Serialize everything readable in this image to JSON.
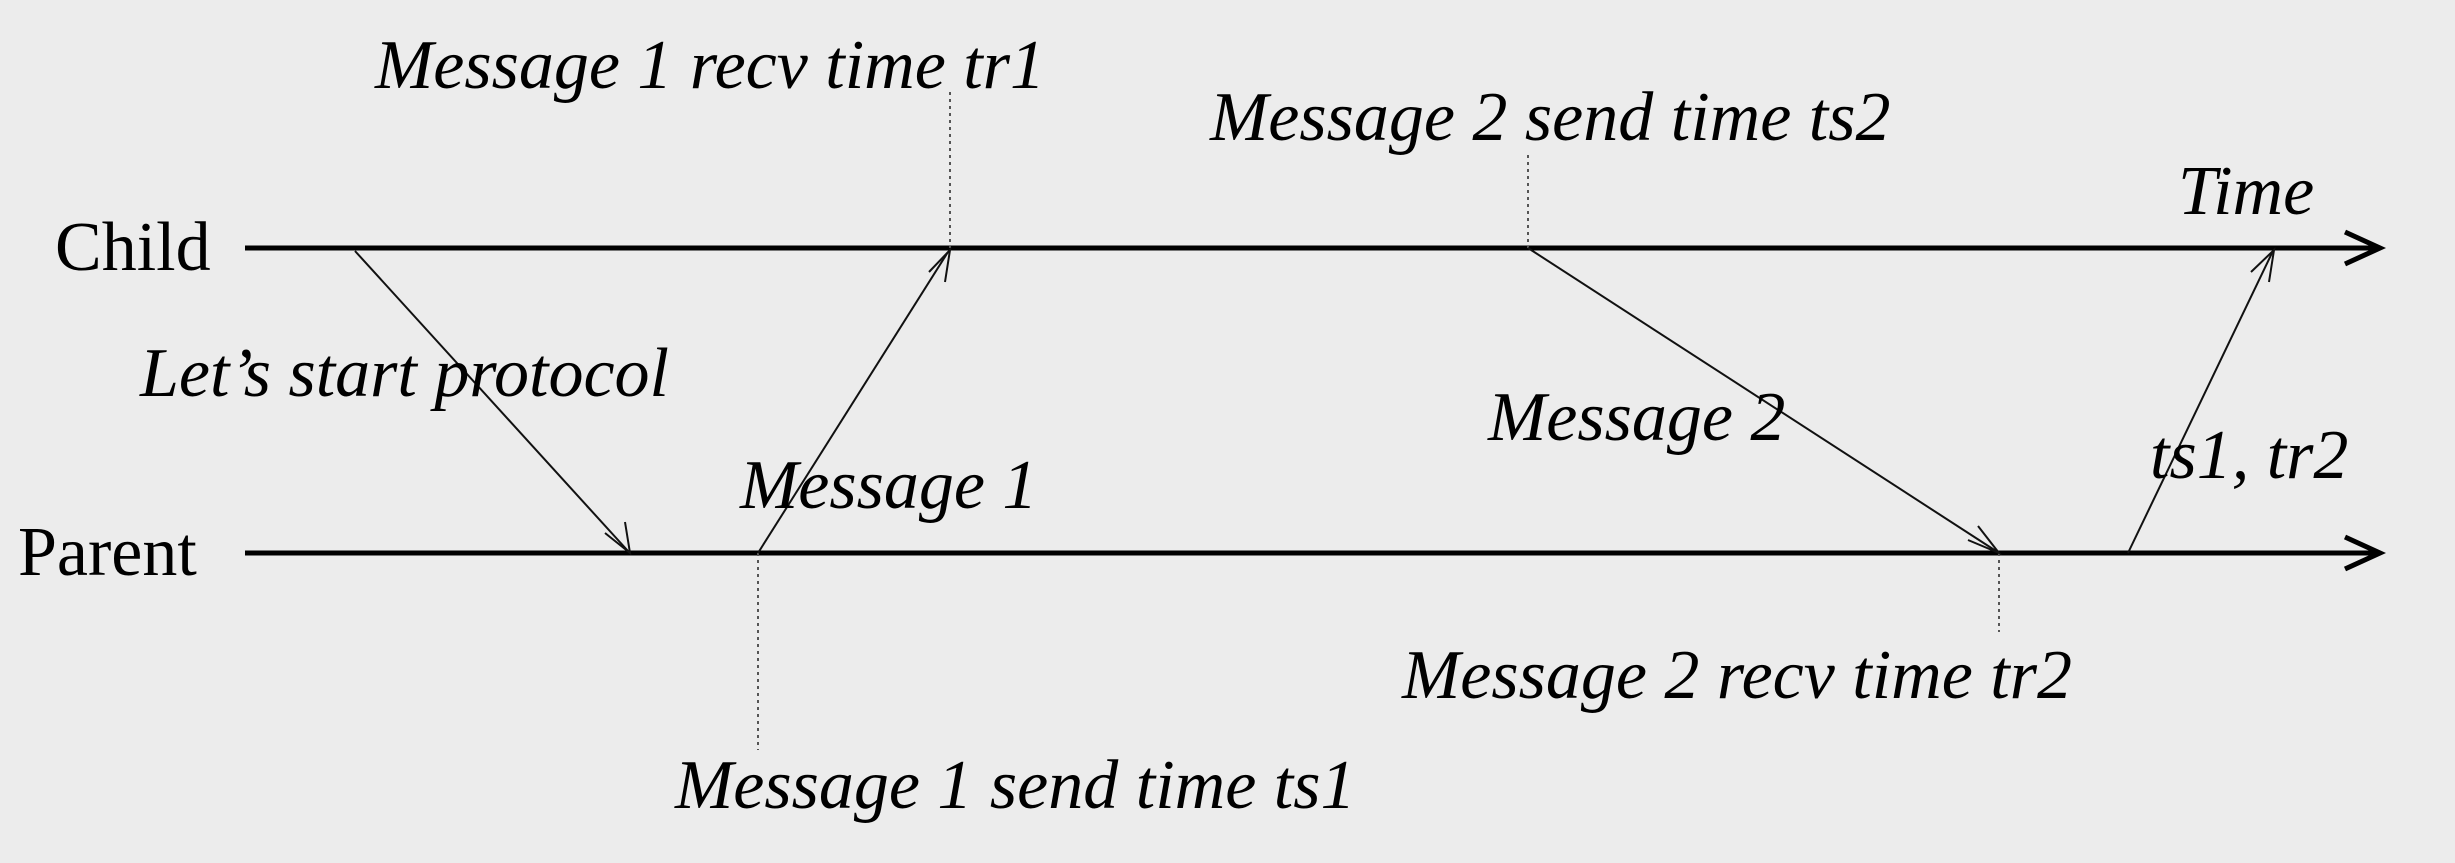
{
  "actors": {
    "child": "Child",
    "parent": "Parent"
  },
  "axis": {
    "time": "Time"
  },
  "labels": {
    "start": "Let’s start protocol",
    "m1": "Message 1",
    "m2": "Message 2",
    "ts1_tr2": "ts1, tr2",
    "m1_recv": "Message 1 recv time tr1",
    "m2_send": "Message 2 send time ts2",
    "m2_recv": "Message 2 recv time tr2",
    "m1_send": "Message 1 send time ts1"
  },
  "colors": {
    "background": "#ececec",
    "ink": "#000000"
  }
}
